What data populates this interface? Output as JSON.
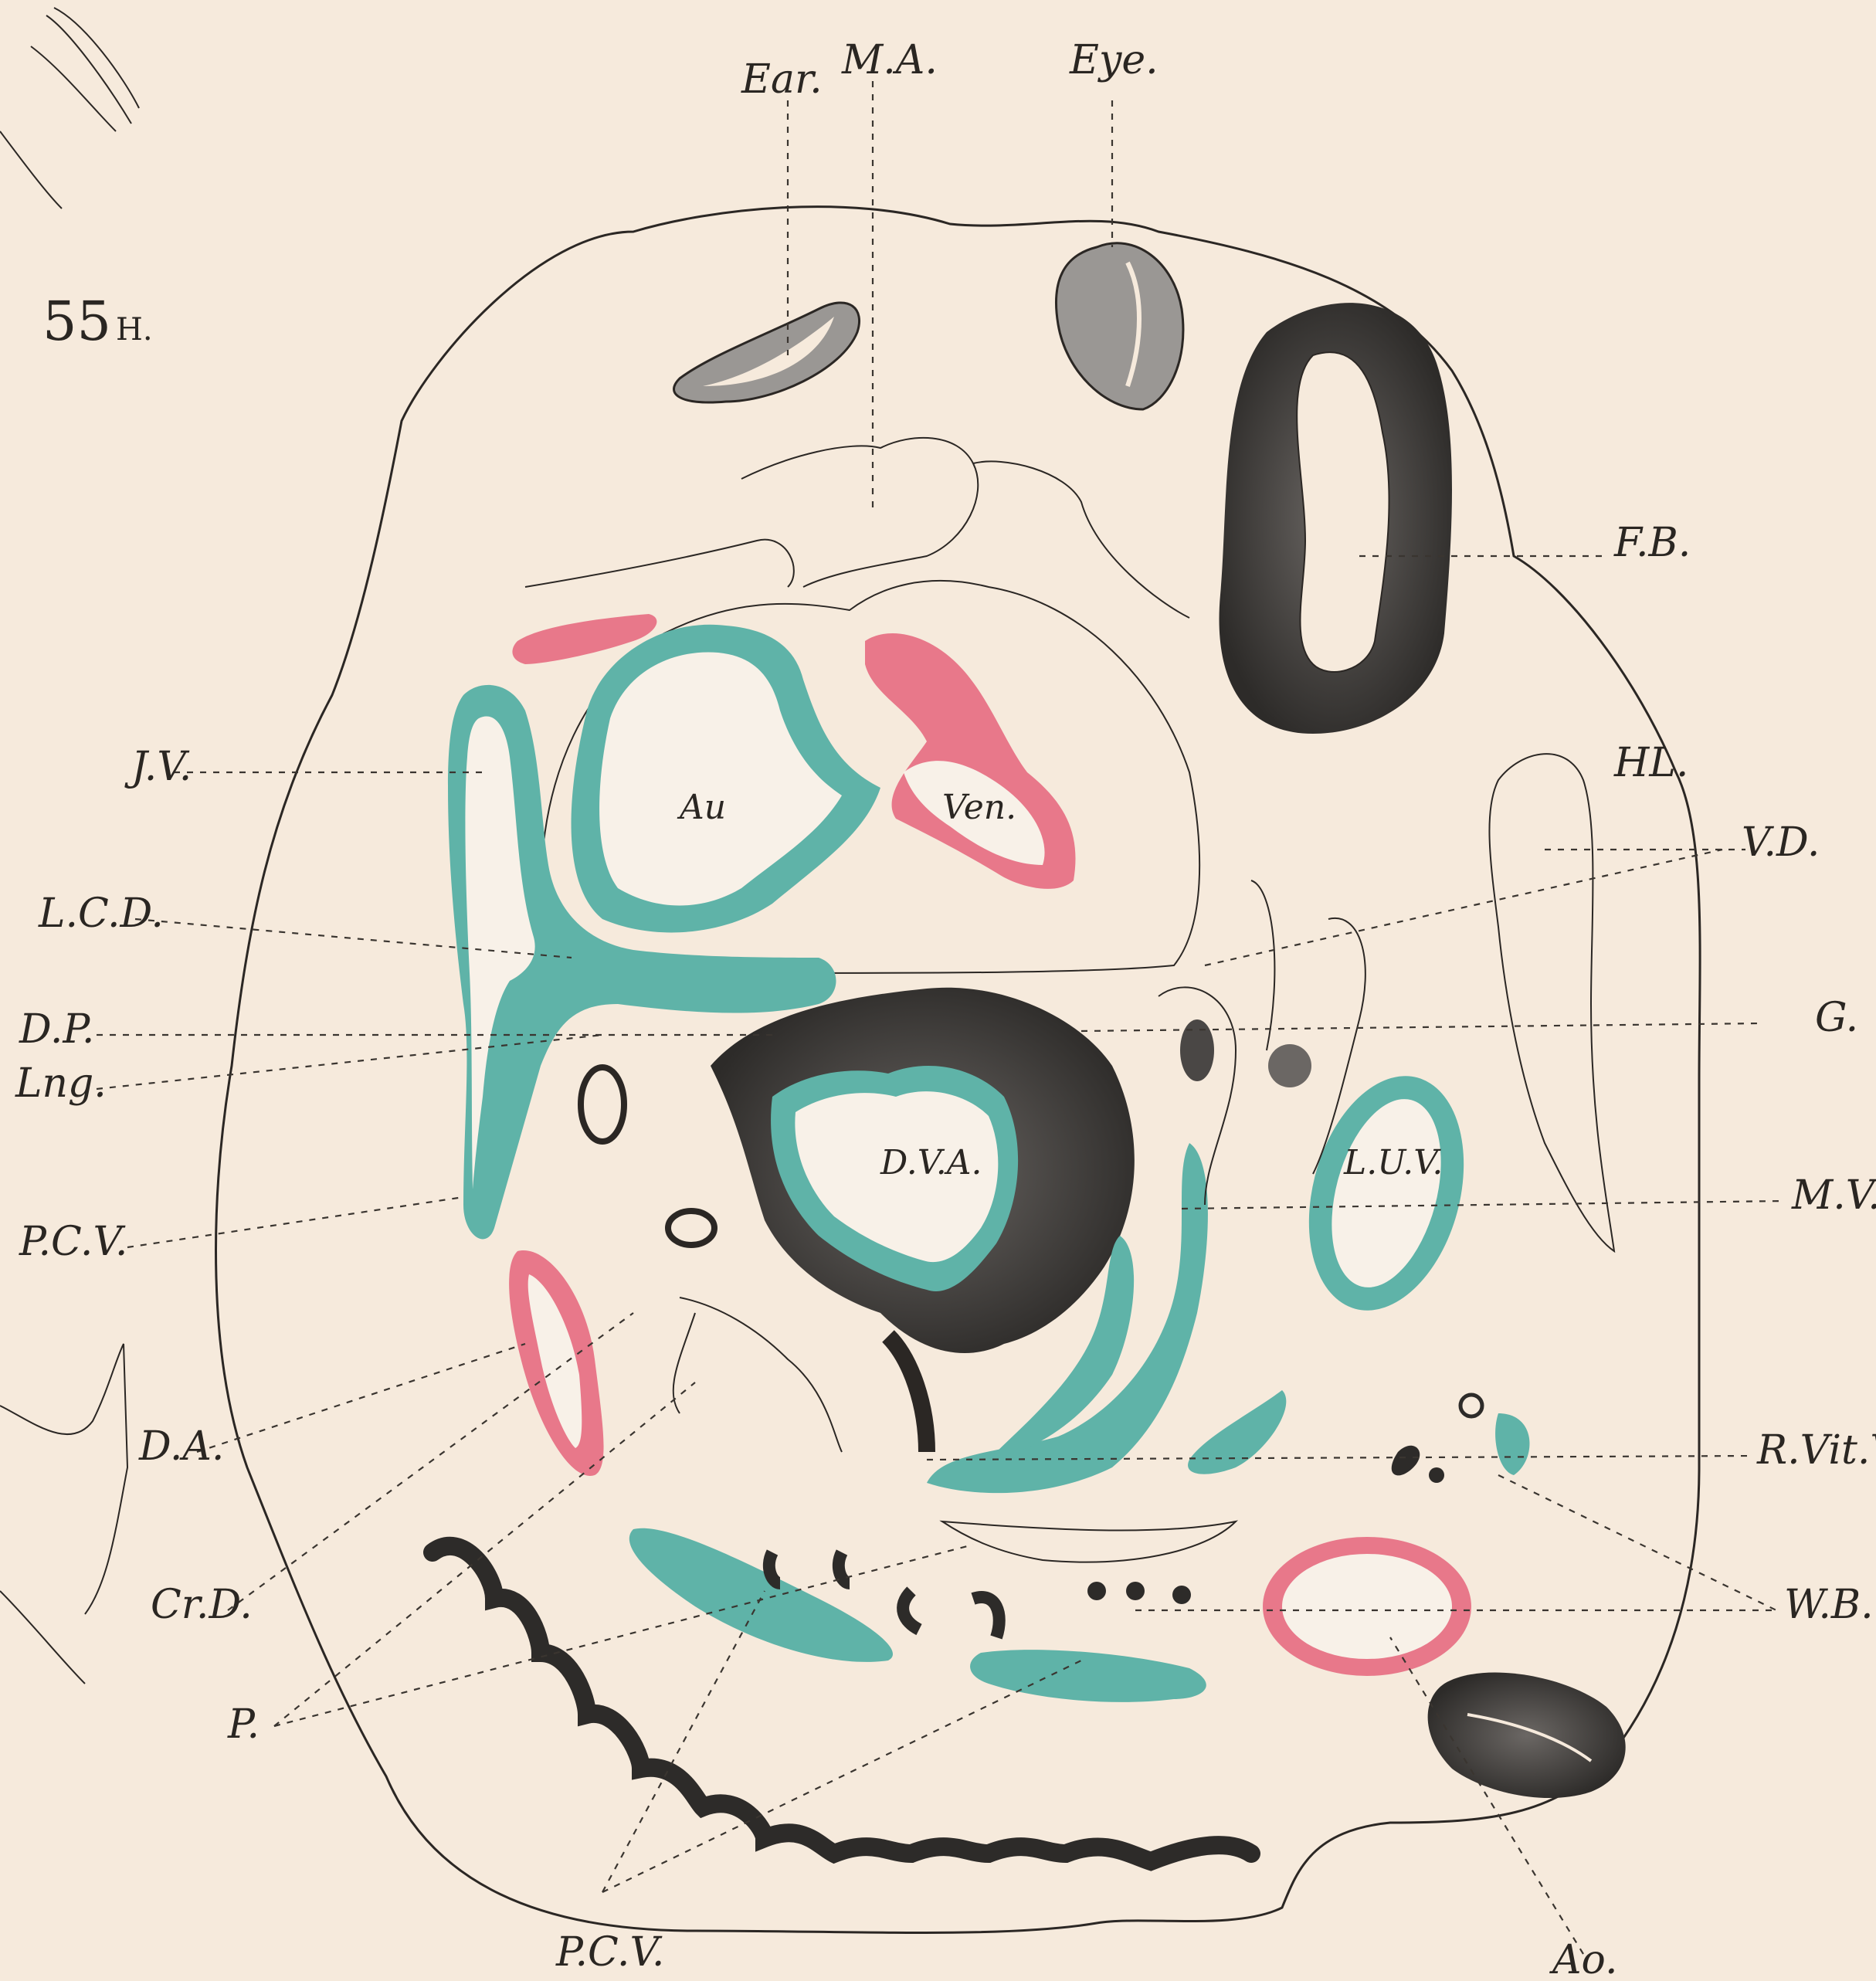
{
  "figure": {
    "number": "55",
    "suffix": "H."
  },
  "labels": {
    "ear": "Ear.",
    "ma": "M.A.",
    "eye": "Eye.",
    "fb": "F.B.",
    "hl": "HL.",
    "vd": "V.D.",
    "jv": "J.V.",
    "lcd": "L.C.D.",
    "dp": "D.P.",
    "lng": "Lng.",
    "g": "G.",
    "pcv_left": "P.C.V.",
    "mv": "M.V.",
    "da": "D.A.",
    "rvitv": "R.Vit.V.",
    "crd": "Cr.D.",
    "wb": "W.B.",
    "p": "P.",
    "pcv_bottom": "P.C.V.",
    "ao": "Ao.",
    "au": "Au",
    "ven": "Ven.",
    "dva": "D.V.A.",
    "luv": "L.U.V."
  },
  "colors": {
    "paper": "#f6eadc",
    "ink": "#2b2724",
    "teal": "#5fb3a8",
    "red": "#e8788a",
    "dark_tissue": "#3a3836"
  }
}
